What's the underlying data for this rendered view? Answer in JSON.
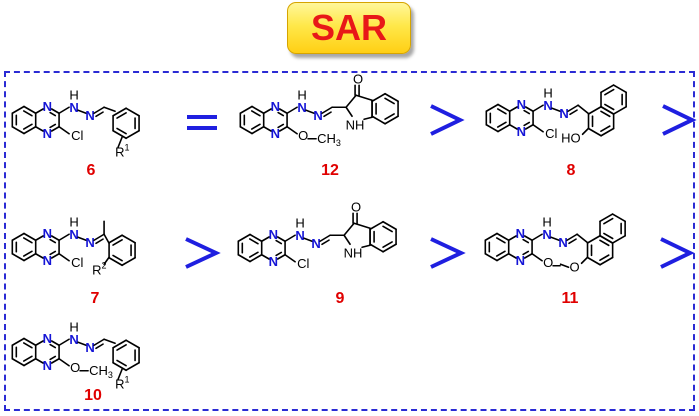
{
  "badge": {
    "title": "SAR"
  },
  "atoms": {
    "n": "N",
    "h": "H",
    "cl": "Cl",
    "methoxy_o": "O",
    "methyl": "CH",
    "methyl_sub": "3",
    "nh": "NH",
    "oxo": "O",
    "hydroxy": "HO",
    "r": "R",
    "r1_sup": "1",
    "r2_sup": "2"
  },
  "compounds": [
    {
      "label": "6"
    },
    {
      "label": "12"
    },
    {
      "label": "8"
    },
    {
      "label": "7"
    },
    {
      "label": "9"
    },
    {
      "label": "11"
    },
    {
      "label": "10"
    }
  ],
  "relations": [
    "=",
    ">",
    ">",
    ">",
    ">",
    ">"
  ],
  "colors": {
    "badge_text": "#e81818",
    "badge_fill": "#ffe84a",
    "frame": "#2b2bd4",
    "nitrogen": "#1515d6",
    "label": "#e00000",
    "operator": "#1f1fe0"
  }
}
